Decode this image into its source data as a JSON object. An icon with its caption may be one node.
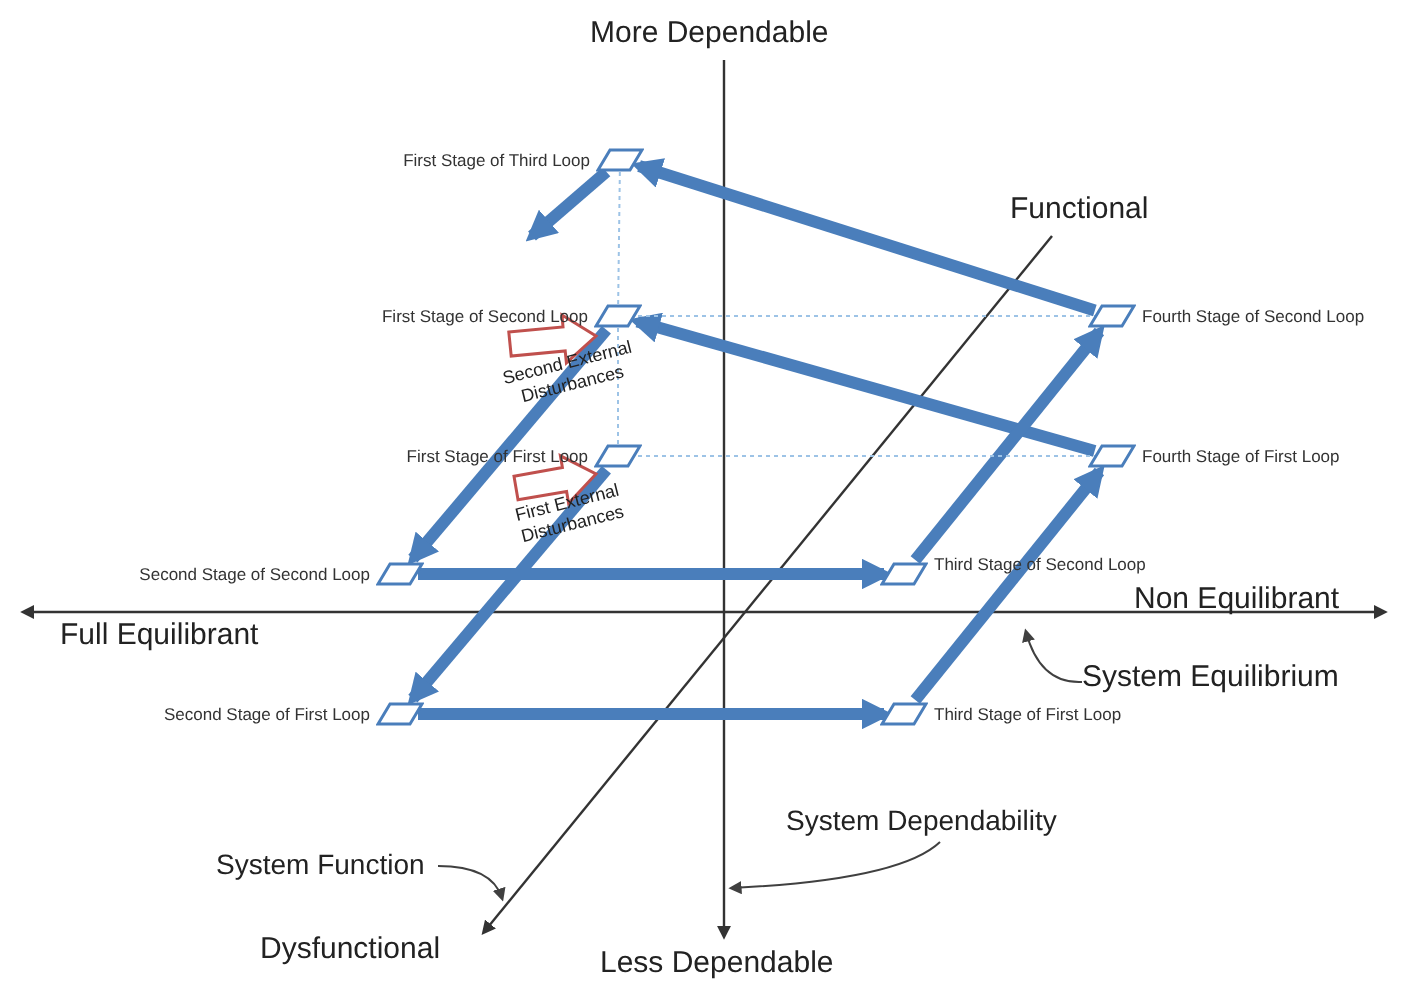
{
  "diagram": {
    "nodes": [
      {
        "text": [
          "First Stage of Third Loop"
        ]
      },
      {
        "text": [
          "First Stage of Second Loop"
        ]
      },
      {
        "text": [
          "First Stage of First Loop"
        ]
      },
      {
        "text": [
          "Second Stage of Second Loop"
        ]
      },
      {
        "text": [
          "Third Stage of Second Loop"
        ]
      },
      {
        "text": [
          "Fourth Stage of Second Loop"
        ]
      },
      {
        "text": [
          "Fourth Stage of First Loop"
        ]
      },
      {
        "text": [
          "Second Stage of First Loop"
        ]
      },
      {
        "text": [
          "Third Stage of First Loop"
        ]
      },
      {
        "text": [
          "Second External Disturbances"
        ]
      },
      {
        "text": [
          "First External Disturbances"
        ]
      },
      {
        "text": [
          "System Equilibrium"
        ]
      },
      {
        "text": [
          "System Dependability"
        ]
      },
      {
        "text": [
          "System Function"
        ]
      }
    ],
    "edges": [
      {
        "from": 2,
        "to": 7,
        "arrow": "to"
      },
      {
        "from": 7,
        "to": 8,
        "arrow": "to"
      },
      {
        "from": 8,
        "to": 6,
        "arrow": "to"
      },
      {
        "from": 6,
        "to": 1,
        "arrow": "to"
      },
      {
        "from": 1,
        "to": 3,
        "arrow": "to"
      },
      {
        "from": 3,
        "to": 4,
        "arrow": "to"
      },
      {
        "from": 4,
        "to": 5,
        "arrow": "to"
      },
      {
        "from": 5,
        "to": 0,
        "arrow": "to"
      },
      {
        "from": 0,
        "to": null,
        "arrow": "to"
      },
      {
        "from": 0,
        "to": 1,
        "arrow": "none",
        "style": "dashed",
        "color": "#9dc3e6"
      },
      {
        "from": 1,
        "to": 2,
        "arrow": "none",
        "style": "dashed",
        "color": "#9dc3e6"
      },
      {
        "from": 1,
        "to": 5,
        "arrow": "none",
        "style": "dashed",
        "color": "#9dc3e6"
      },
      {
        "from": 2,
        "to": 6,
        "arrow": "none",
        "style": "dashed",
        "color": "#9dc3e6"
      },
      {
        "from": 9,
        "to": null,
        "arrow": "to",
        "color": "#c0504d"
      },
      {
        "from": 10,
        "to": null,
        "arrow": "to",
        "color": "#c0504d"
      },
      {
        "from": 11,
        "to": null,
        "arrow": "to",
        "color": "#404040"
      },
      {
        "from": 12,
        "to": null,
        "arrow": "to",
        "color": "#404040"
      },
      {
        "from": 13,
        "to": null,
        "arrow": "to",
        "color": "#404040"
      }
    ],
    "labels": [
      "More Dependable",
      "Functional",
      "Non Equilibrant",
      "Full Equilibrant",
      "Dysfunctional",
      "Less Dependable"
    ]
  }
}
